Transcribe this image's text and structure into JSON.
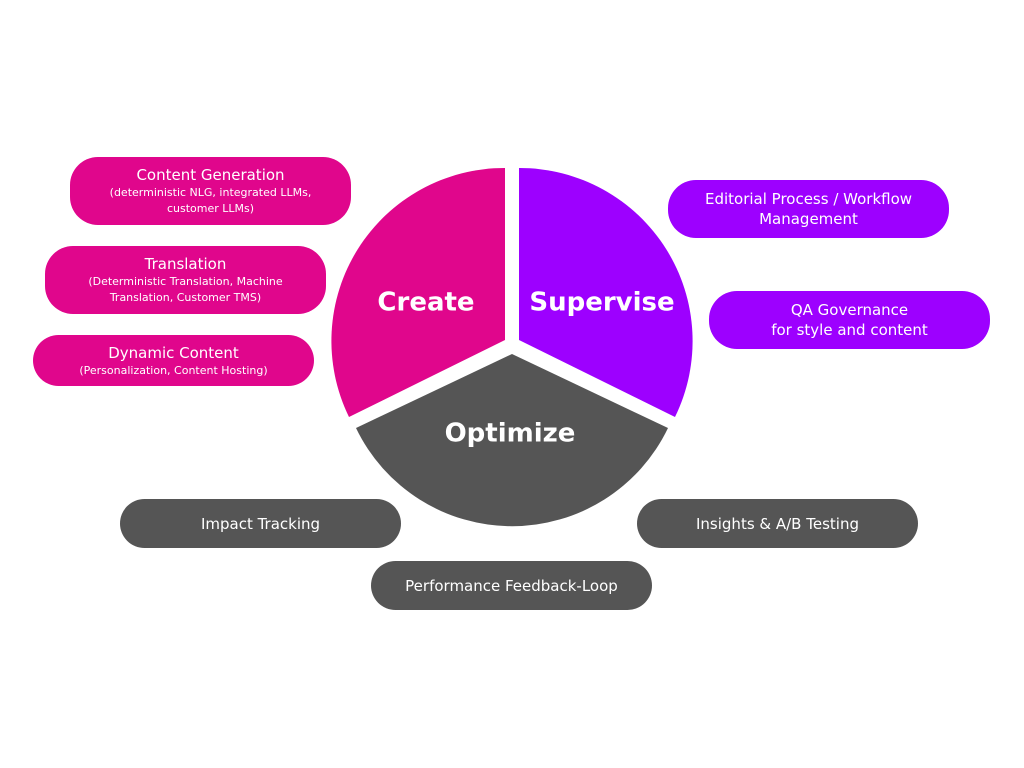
{
  "cycle": {
    "segments": [
      {
        "label": "Create",
        "color": "#e0068c"
      },
      {
        "label": "Supervise",
        "color": "#9d00ff"
      },
      {
        "label": "Optimize",
        "color": "#555555"
      }
    ]
  },
  "create_items": [
    {
      "main": "Content Generation",
      "sub": "(deterministic NLG, integrated LLMs,\ncustomer LLMs)"
    },
    {
      "main": "Translation",
      "sub": "(Deterministic Translation, Machine\nTranslation, Customer TMS)"
    },
    {
      "main": "Dynamic Content",
      "sub": "(Personalization, Content Hosting)"
    }
  ],
  "supervise_items": [
    {
      "main": "Editorial Process / Workflow\nManagement"
    },
    {
      "main": "QA Governance\nfor style and content"
    }
  ],
  "optimize_items": [
    {
      "main": "Impact Tracking"
    },
    {
      "main": "Insights & A/B Testing"
    },
    {
      "main": "Performance Feedback-Loop"
    }
  ]
}
